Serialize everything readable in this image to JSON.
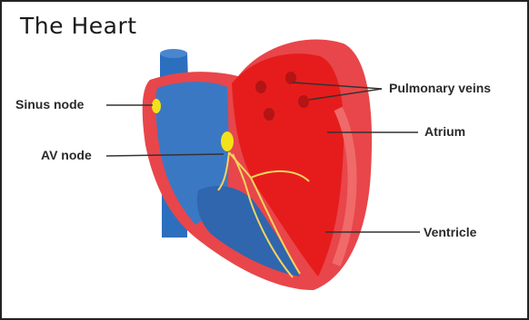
{
  "title": "The Heart",
  "labels": {
    "sinus_node": "Sinus node",
    "av_node": "AV node",
    "pulmonary_veins": "Pulmonary veins",
    "atrium": "Atrium",
    "ventricle": "Ventricle"
  },
  "colors": {
    "outer_wall": "#e8464a",
    "left_chamber": "#e61c1c",
    "right_chamber": "#3b78c4",
    "vessel": "#2d6fbf",
    "node": "#f2e21a",
    "conduction": "#f4d35e"
  }
}
